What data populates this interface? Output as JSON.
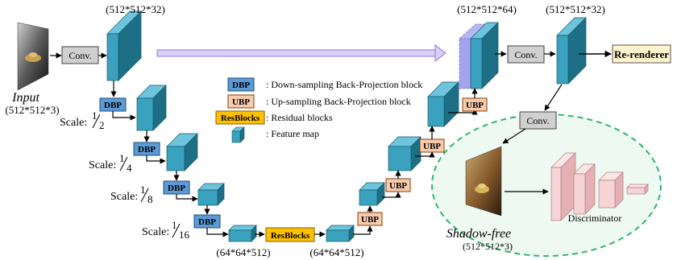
{
  "input": {
    "label": "Input",
    "dims": "(512*512*3)"
  },
  "output": {
    "label": "Shadow-free",
    "dims": "(512*512*3)"
  },
  "conv_label": "Conv.",
  "dbp_label": "DBP",
  "ubp_label": "UBP",
  "resblocks_label": "ResBlocks",
  "rerenderer_label": "Re-renderer",
  "discriminator_label": "Discriminator",
  "dims": {
    "encoder_top": "(512*512*32)",
    "decoder_top_in": "(512*512*64)",
    "decoder_top_out": "(512*512*32)",
    "bottleneck_left": "(64*64*512)",
    "bottleneck_right": "(64*64*512)"
  },
  "scales": [
    {
      "prefix": "Scale:",
      "num": "1",
      "den": "2"
    },
    {
      "prefix": "Scale:",
      "num": "1",
      "den": "4"
    },
    {
      "prefix": "Scale:",
      "num": "1",
      "den": "8"
    },
    {
      "prefix": "Scale:",
      "num": "1",
      "den": "16"
    }
  ],
  "legend": [
    {
      "key": "DBP",
      "desc": ": Down-sampling Back-Projection block"
    },
    {
      "key": "UBP",
      "desc": ": Up-sampling Back-Projection block"
    },
    {
      "key": "ResBlocks",
      "desc": ": Residual blocks"
    },
    {
      "key": "",
      "desc": ": Feature map"
    }
  ],
  "colors": {
    "cube_front": "#3aa2be",
    "cube_side": "#1d6f86",
    "cube_top": "#6dc4dc",
    "dbp_fill": "#5b9bd5",
    "ubp_fill": "#f8cbad",
    "resblocks_fill": "#ffc000",
    "rerenderer_fill": "#fff2cc",
    "conv_fill": "#d0d0d0",
    "ellipse_stroke": "#2fb573",
    "ellipse_fill": "#eef9f1",
    "skip_arrow": "#c5b8f0",
    "disc_front": "#f6d3d5",
    "disc_side": "#e3b0b3"
  }
}
